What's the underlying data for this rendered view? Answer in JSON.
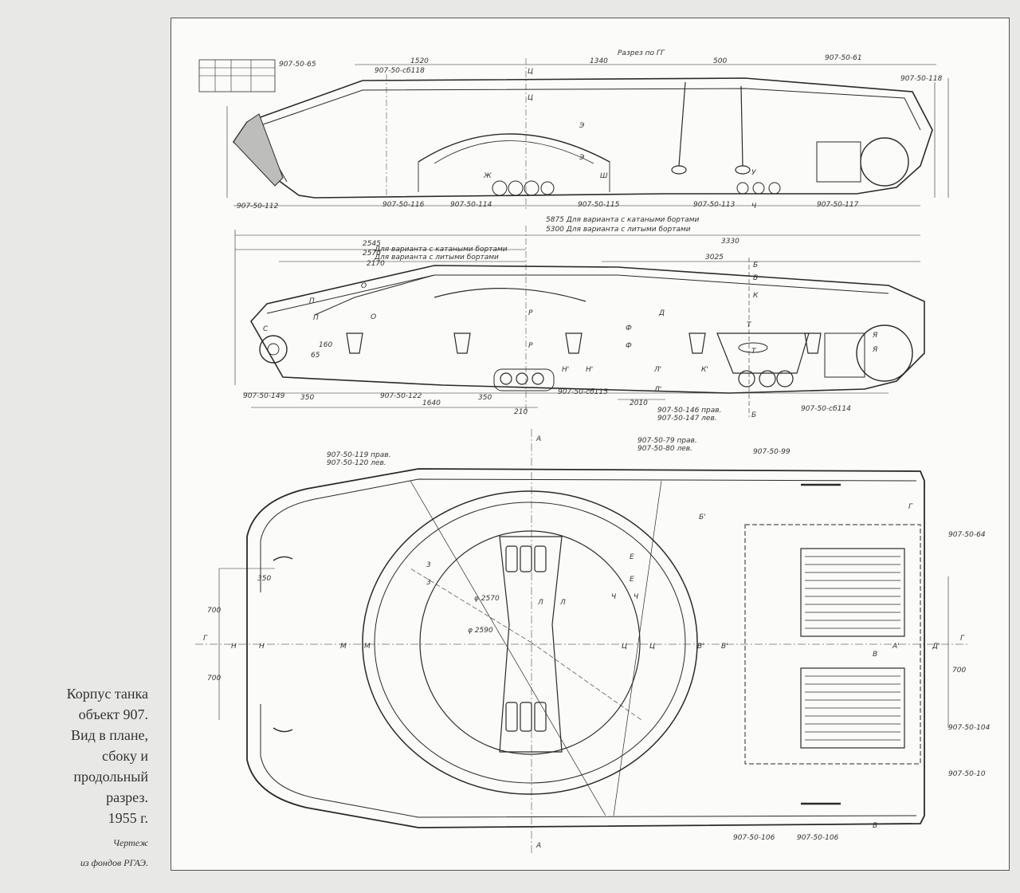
{
  "caption": {
    "lines": [
      "Корпус танка",
      "объект 907.",
      "Вид в плане,",
      "сбоку и",
      "продольный",
      "разрез.",
      "1955 г."
    ],
    "credit_lines": [
      "Чертеж",
      "из фондов РГАЭ."
    ]
  },
  "drawing": {
    "section_title": "Разрез по ГГ",
    "dims_top": [
      "1520",
      "1340",
      "500",
      "907-50-61"
    ],
    "dims_side": [
      "2545",
      "2570",
      "2170",
      "3330",
      "3025",
      "1640",
      "2010",
      "350",
      "350",
      "210",
      "160",
      "65"
    ],
    "dims_plan": [
      "350",
      "700",
      "700",
      "700",
      "φ 2570",
      "φ 2590"
    ],
    "part_numbers": [
      "907-50-65",
      "907-50-сб118",
      "907-50-118",
      "907-50-116",
      "907-50-114",
      "907-50-115",
      "907-50-113",
      "907-50-117",
      "907-50-112",
      "907-50-122",
      "907-50-сб115",
      "907-50-149",
      "907-50-146 прав.",
      "907-50-147 лев.",
      "907-50-сб114",
      "907-50-119 прав.",
      "907-50-120 лев.",
      "907-50-79 прав.",
      "907-50-80 лев.",
      "907-50-99",
      "907-50-64",
      "907-50-104",
      "907-50-10",
      "907-50-106",
      "907-50-106"
    ],
    "notes": [
      "5875 Для варианта с катаными бортами",
      "5300 Для варианта с литыми бортами",
      "Для варианта с катаными бортами",
      "Для варианта с литыми бортами"
    ],
    "section_letters": [
      "Ц",
      "Ц",
      "Э",
      "Э",
      "Ж",
      "Ш",
      "У",
      "Ч",
      "Р",
      "Р",
      "Д",
      "Ф",
      "Ф",
      "Б",
      "В",
      "К",
      "Т",
      "Т",
      "Я",
      "Я",
      "О",
      "О",
      "П",
      "П",
      "С",
      "Н'",
      "Н'",
      "Л'",
      "Л'",
      "К'",
      "Б",
      "А",
      "А",
      "Г",
      "Г",
      "Н",
      "Н",
      "М",
      "М",
      "Л",
      "Л",
      "Ц",
      "Ц",
      "В'",
      "В'",
      "А'",
      "Д'",
      "Е",
      "Е",
      "Ч",
      "Ч",
      "В",
      "В",
      "3",
      "3",
      "Б'",
      "Г"
    ]
  }
}
